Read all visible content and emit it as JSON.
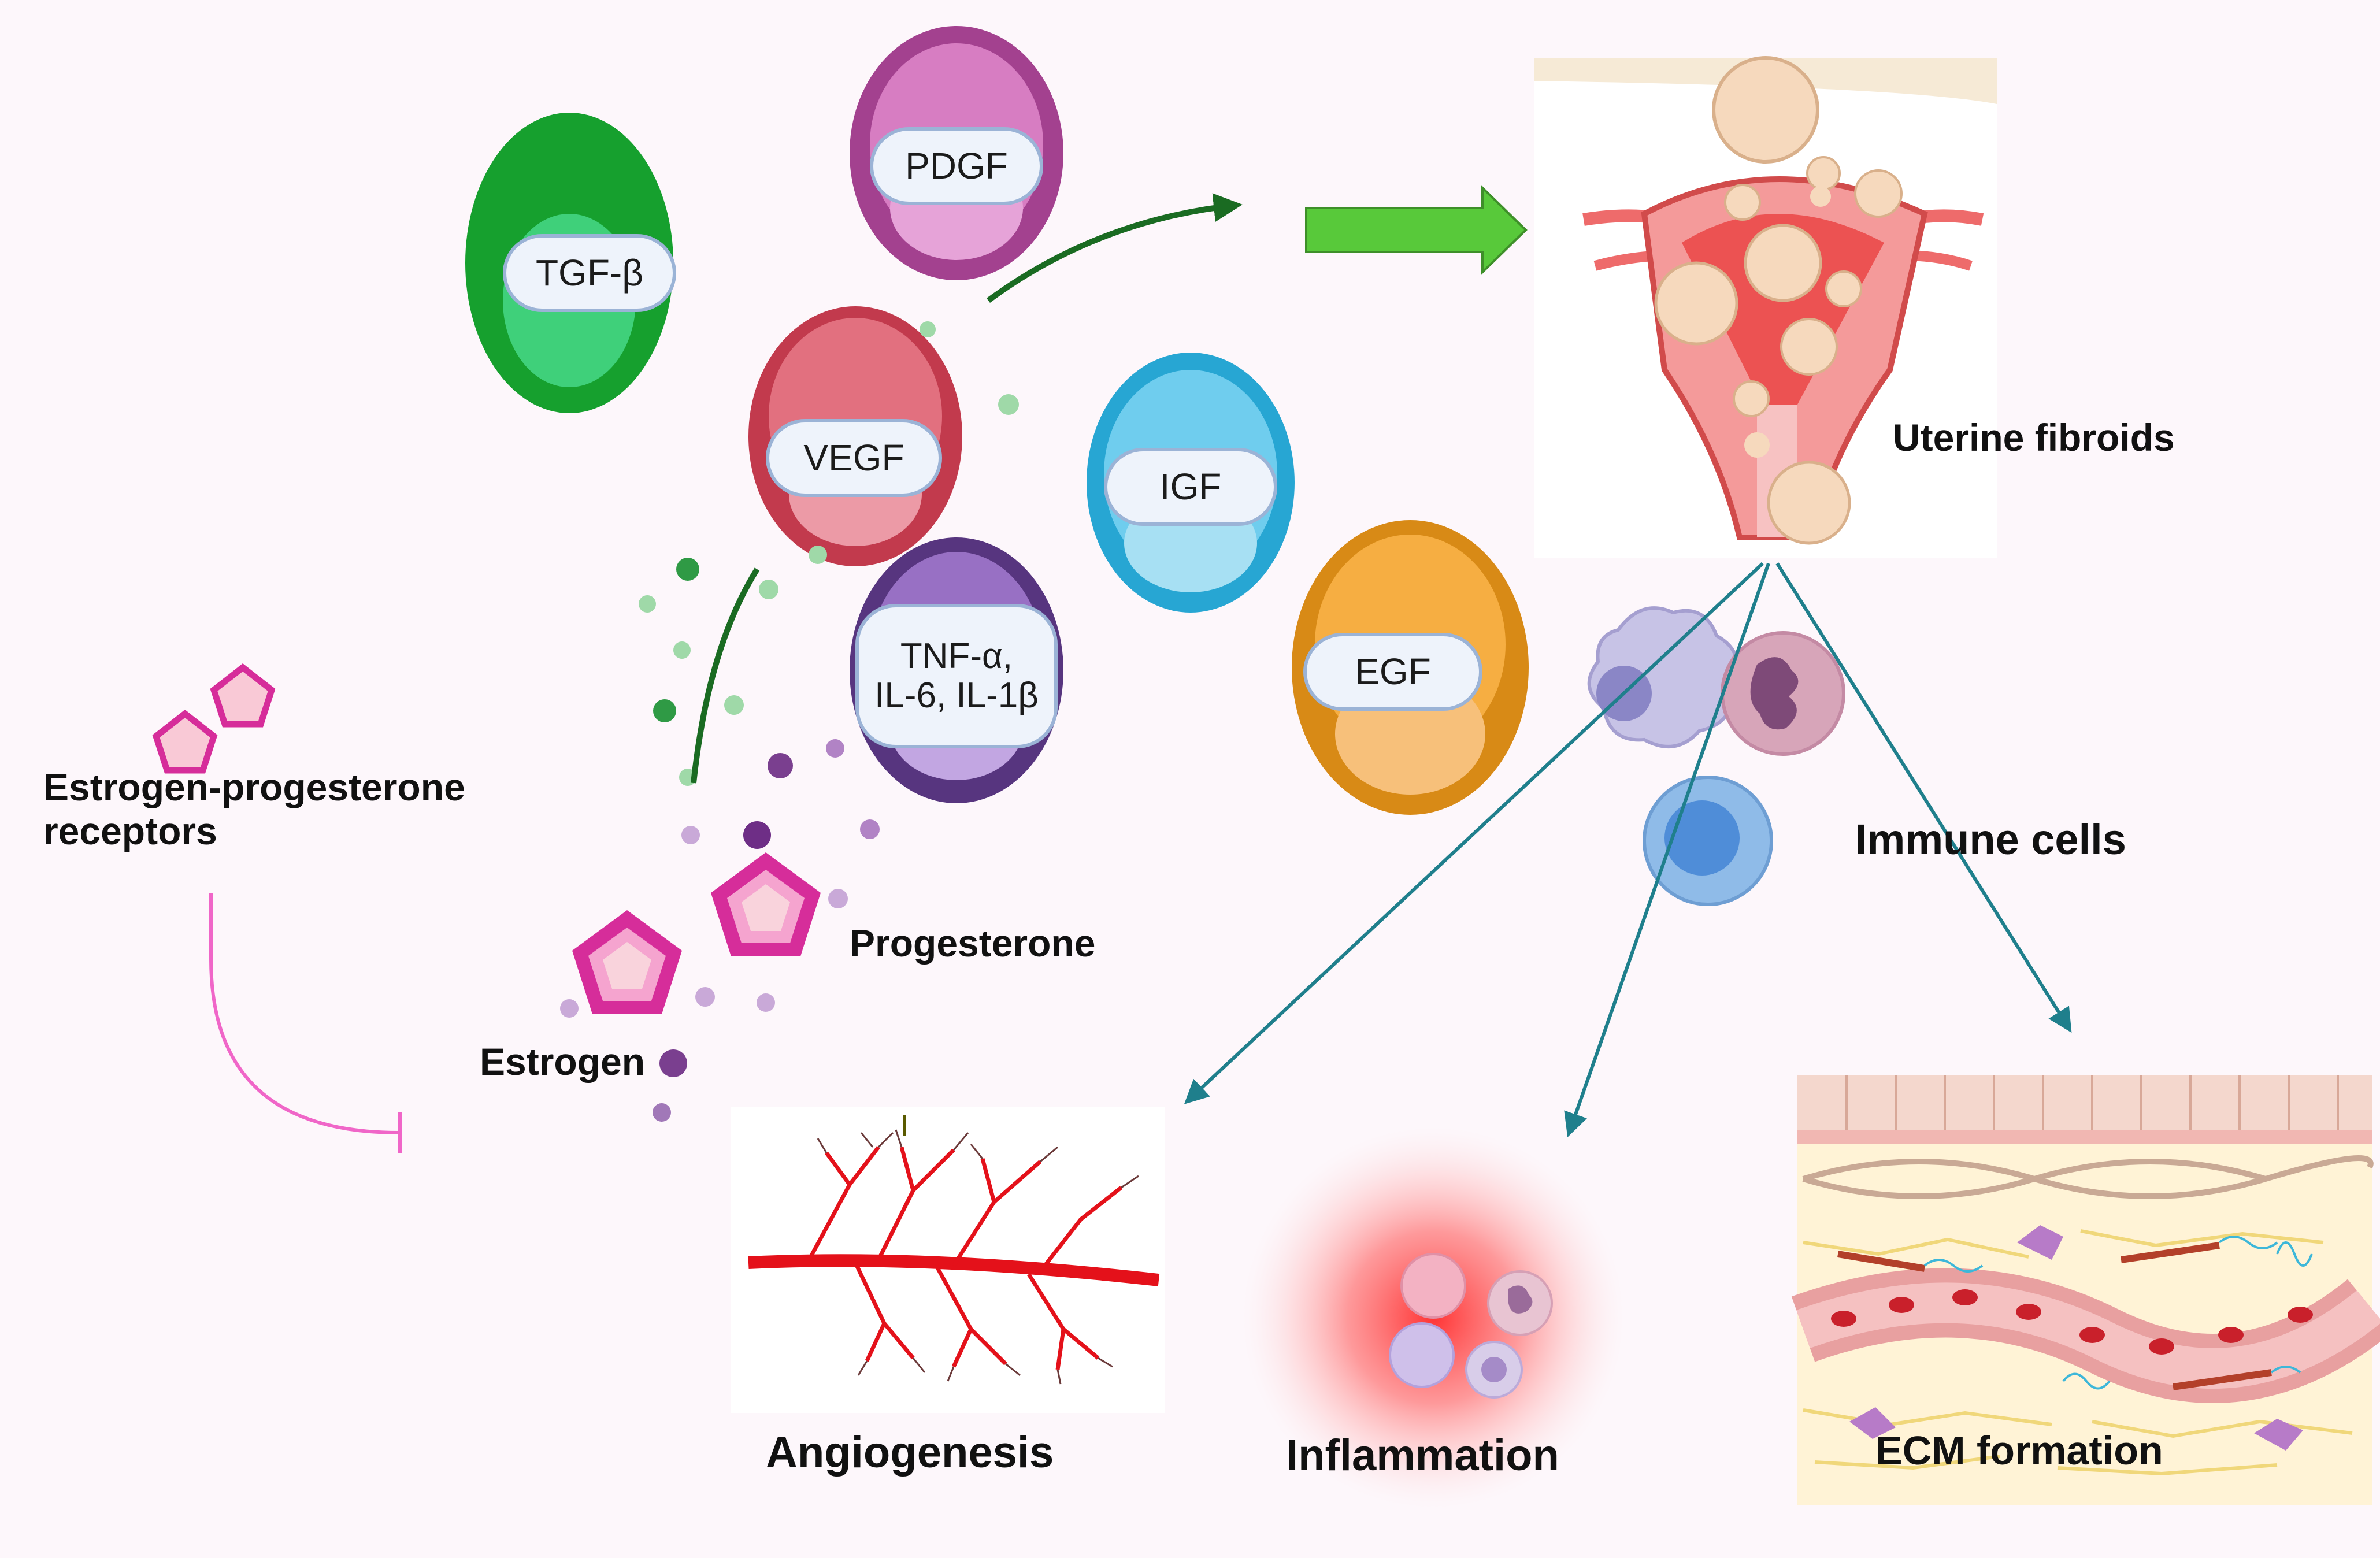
{
  "colors": {
    "tgf": "#16a02e",
    "pdgf": "#a3418f",
    "vegf": "#c23a4d",
    "igf": "#27a6d3",
    "tnf": "#57357f",
    "egf": "#d88a16",
    "estrogen": "#d62d9a",
    "inhibit_line": "#f066c8",
    "teal_arrow": "#1f7f8c",
    "green_arrow": "#1a6b22"
  },
  "factors": {
    "tgf": "TGF-β",
    "pdgf": "PDGF",
    "vegf": "VEGF",
    "igf": "IGF",
    "tnf_line1": "TNF-α,",
    "tnf_line2": "IL-6, IL-1β",
    "egf": "EGF"
  },
  "labels": {
    "receptors_line1": "Estrogen-progesterone",
    "receptors_line2": "receptors",
    "progesterone": "Progesterone",
    "estrogen": "Estrogen",
    "uterine_fibroids": "Uterine fibroids",
    "immune_cells": "Immune cells",
    "angiogenesis": "Angiogenesis",
    "inflammation": "Inflammation",
    "ecm_formation": "ECM formation"
  }
}
